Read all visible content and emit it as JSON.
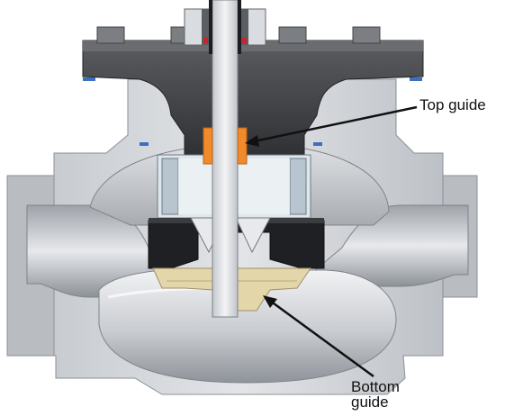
{
  "labels": {
    "top_guide": "Top guide",
    "bottom_guide_line1": "Bottom",
    "bottom_guide_line2": "guide"
  },
  "colors": {
    "body_metal": "#d3d6da",
    "body_shade": "#a9adb3",
    "bonnet": "#4a4c50",
    "bonnet_shade": "#333538",
    "plug_dark": "#1e1f22",
    "stem": "#e6e8eb",
    "top_guide": "#f08a2b",
    "bottom_guide": "#e3d6a8",
    "cage": "#cfd7de",
    "seal_blue": "#3d6fbf",
    "seal_red": "#c8232c",
    "leader": "#111111"
  }
}
